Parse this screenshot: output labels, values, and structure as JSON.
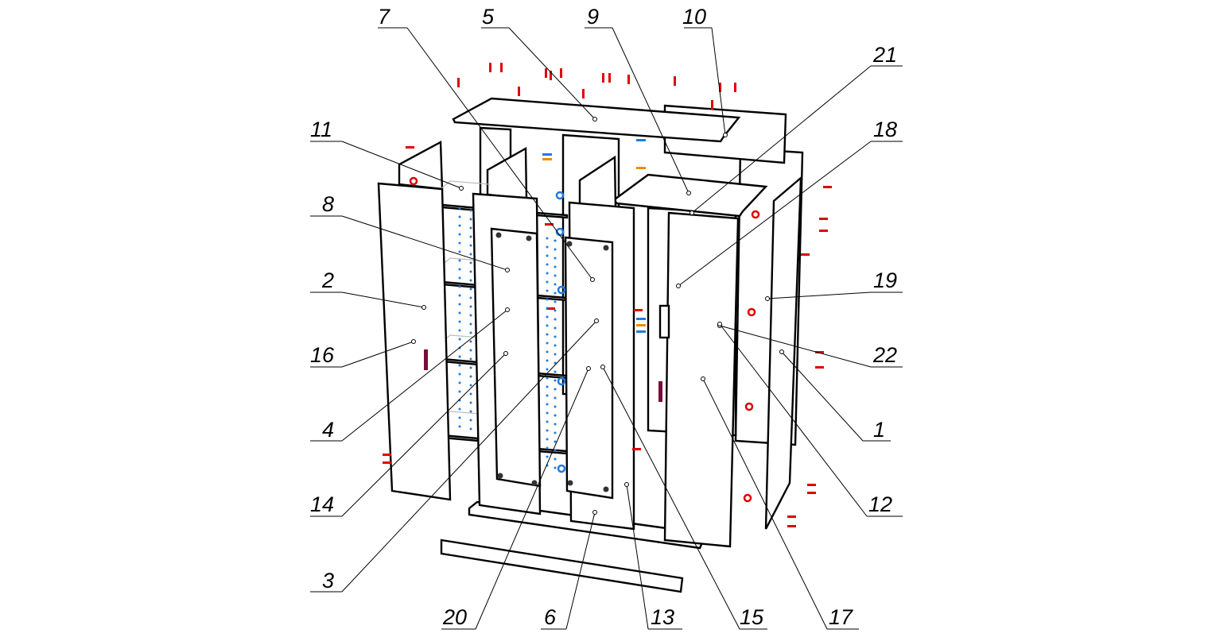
{
  "diagram": {
    "type": "exploded-assembly-view",
    "part_labels": [
      "1",
      "2",
      "3",
      "4",
      "5",
      "6",
      "7",
      "8",
      "9",
      "10",
      "11",
      "12",
      "13",
      "14",
      "15",
      "16",
      "17",
      "18",
      "19",
      "20",
      "21",
      "22"
    ]
  },
  "colors": {
    "outline": "#000000",
    "hidden_edges": "#bdbdbd",
    "fasteners_red": "#e00000",
    "fasteners_blue": "#1e7be0",
    "fasteners_orange": "#f08a00",
    "handle": "#7a0a3a"
  }
}
